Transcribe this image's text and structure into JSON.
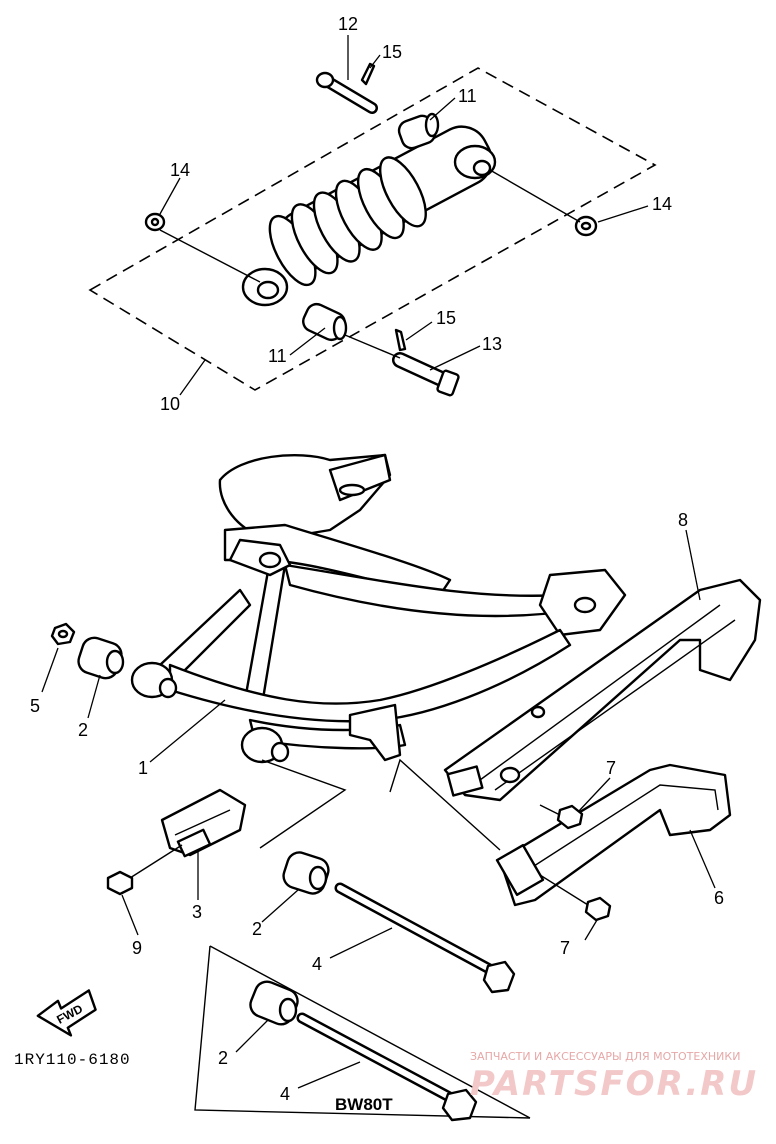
{
  "diagram": {
    "code": "1RY110-6180",
    "variant_label": "BW80T",
    "fwd_label": "FWD",
    "callouts": [
      {
        "id": "c12a",
        "text": "12"
      },
      {
        "id": "c15a",
        "text": "15"
      },
      {
        "id": "c11a",
        "text": "11"
      },
      {
        "id": "c14a",
        "text": "14"
      },
      {
        "id": "c14b",
        "text": "14"
      },
      {
        "id": "c11b",
        "text": "11"
      },
      {
        "id": "c15b",
        "text": "15"
      },
      {
        "id": "c13",
        "text": "13"
      },
      {
        "id": "c10",
        "text": "10"
      },
      {
        "id": "c8",
        "text": "8"
      },
      {
        "id": "c5",
        "text": "5"
      },
      {
        "id": "c2a",
        "text": "2"
      },
      {
        "id": "c1",
        "text": "1"
      },
      {
        "id": "c7a",
        "text": "7"
      },
      {
        "id": "c6",
        "text": "6"
      },
      {
        "id": "c3",
        "text": "3"
      },
      {
        "id": "c9",
        "text": "9"
      },
      {
        "id": "c2b",
        "text": "2"
      },
      {
        "id": "c7b",
        "text": "7"
      },
      {
        "id": "c4a",
        "text": "4"
      },
      {
        "id": "c2c",
        "text": "2"
      },
      {
        "id": "c4b",
        "text": "4"
      }
    ]
  },
  "watermark": {
    "tagline": "ЗАПЧАСТИ И АКСЕССУАРЫ ДЛЯ МОТОТЕХНИКИ",
    "brand": "PARTSFOR.RU"
  },
  "colors": {
    "ink": "#000000",
    "watermark": "#e6a7a7"
  }
}
